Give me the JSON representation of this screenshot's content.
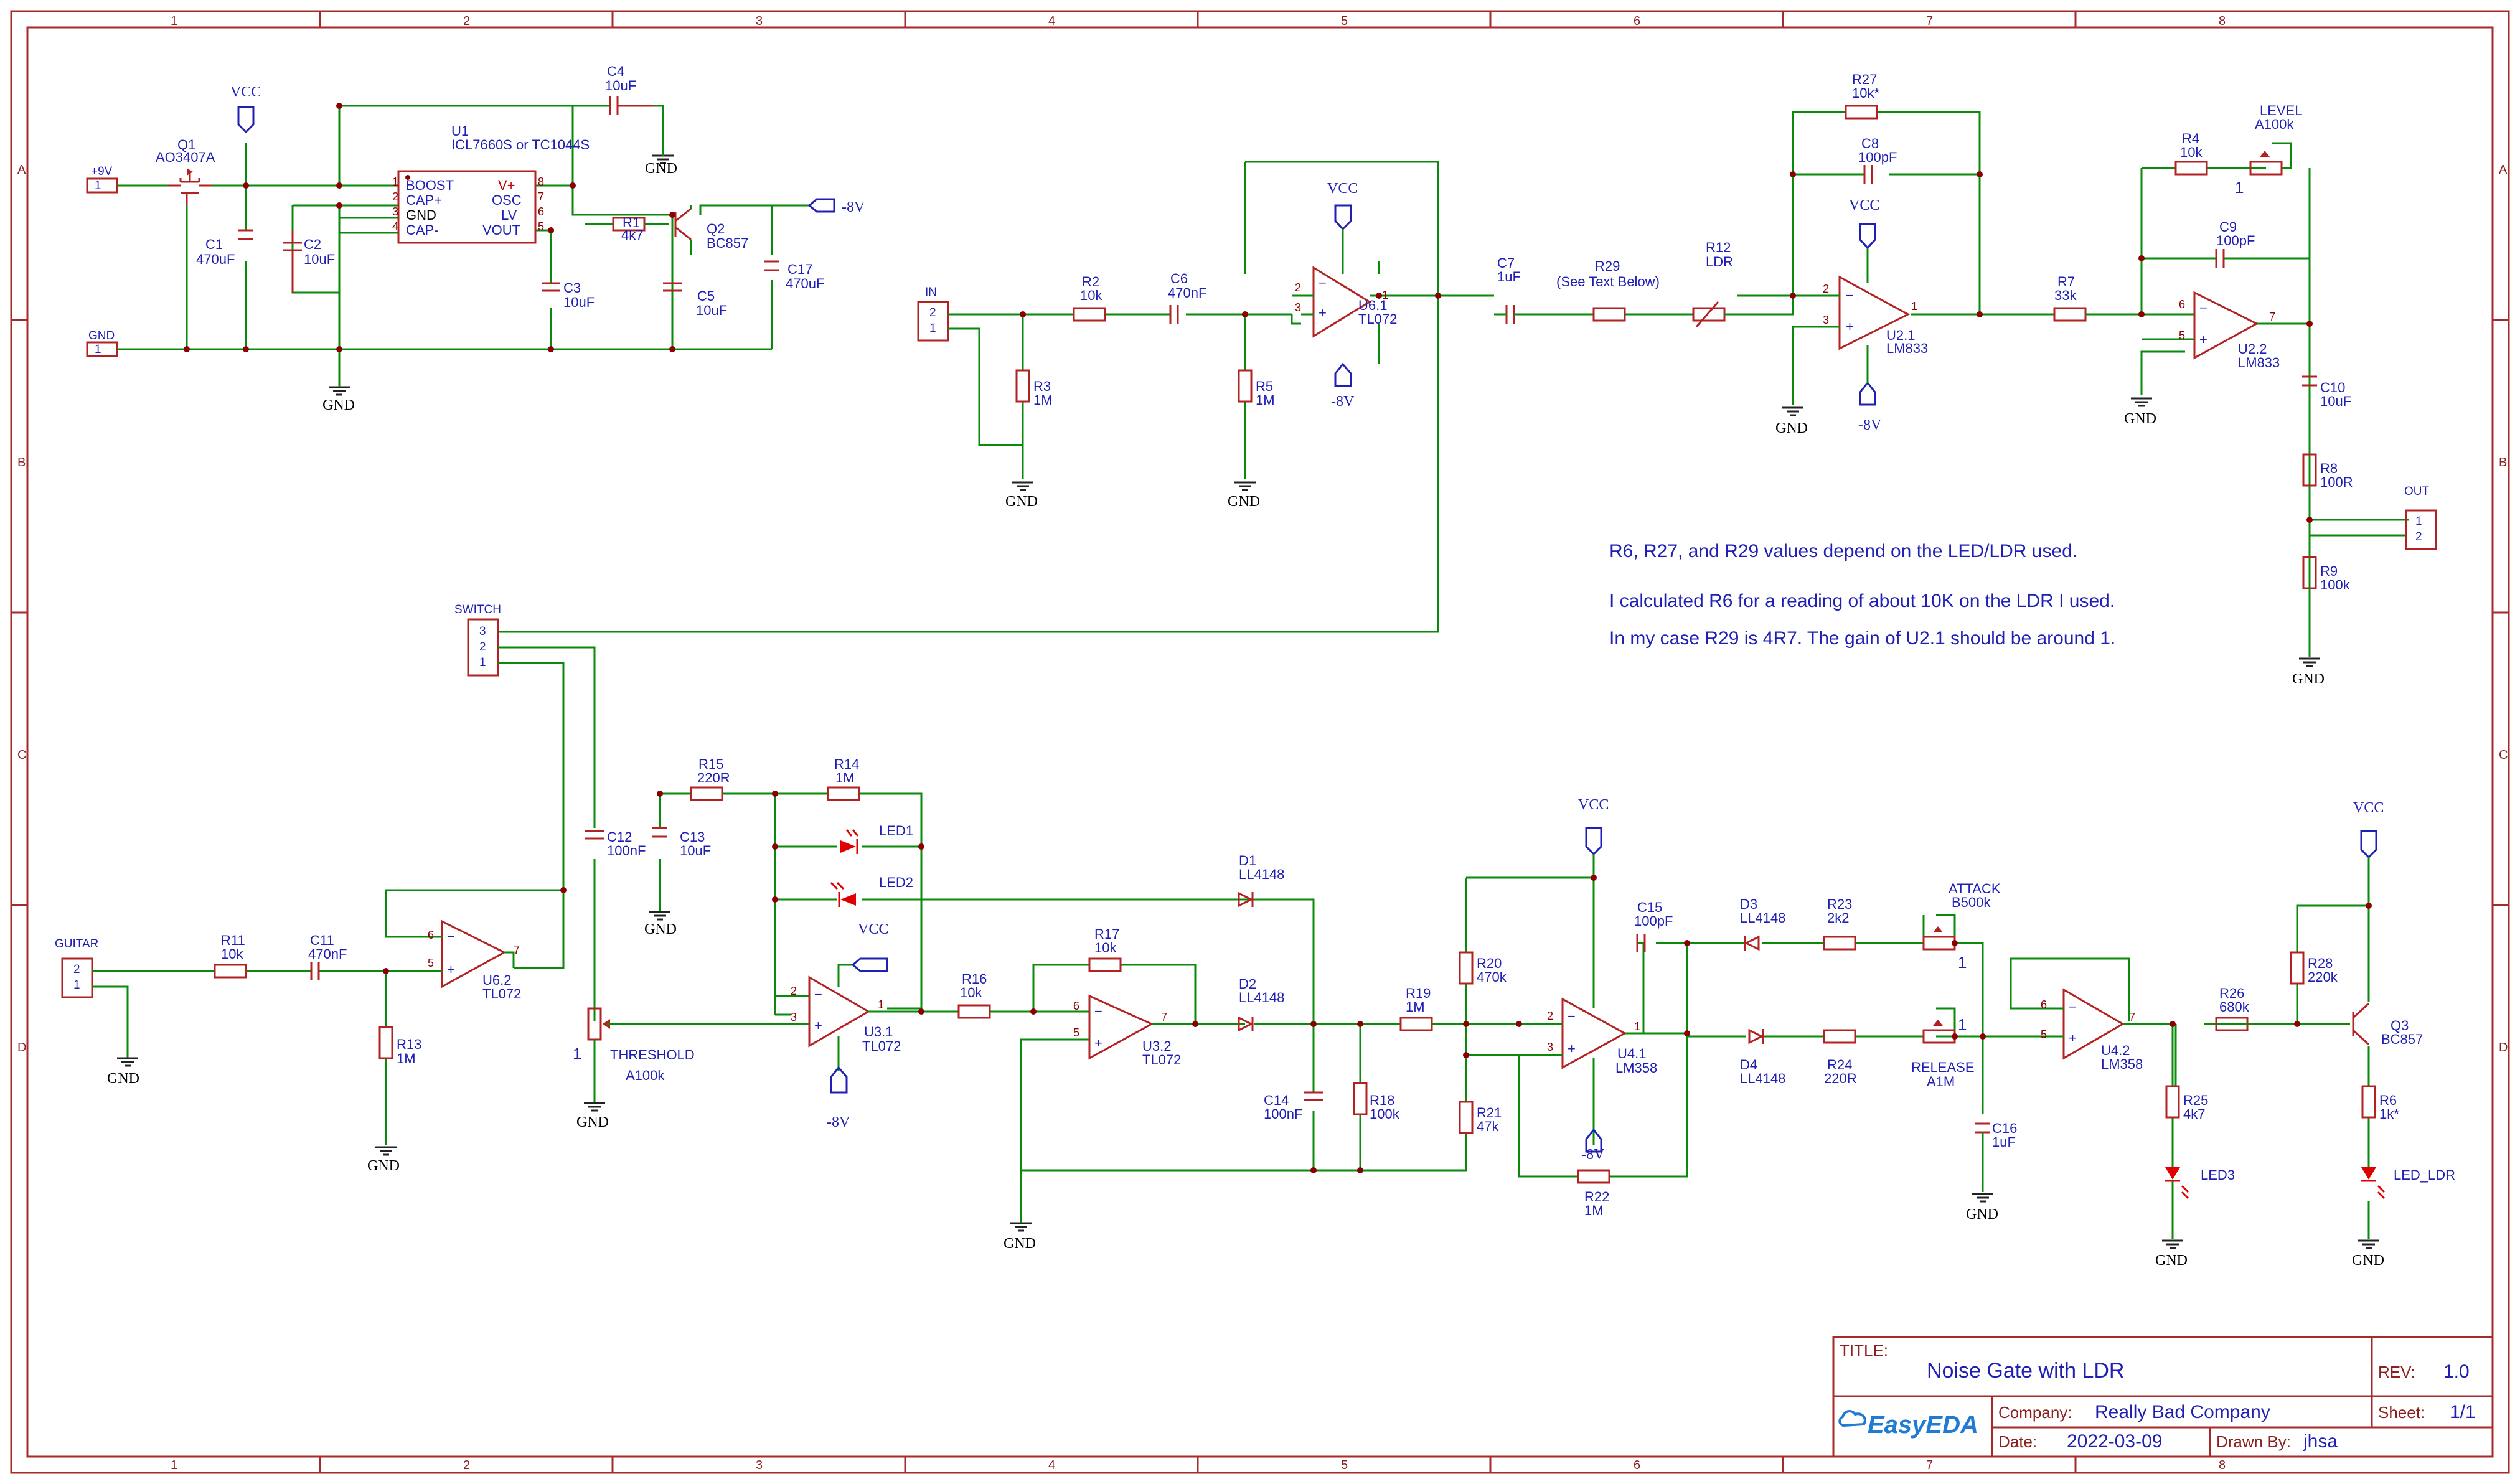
{
  "frame": {
    "columns": [
      "1",
      "2",
      "3",
      "4",
      "5",
      "6",
      "7",
      "8"
    ],
    "rows": [
      "A",
      "B",
      "C",
      "D"
    ]
  },
  "notes": [
    "R6, R27, and R29 values depend on the LED/LDR used.",
    "I calculated R6 for a reading of about 10K on the LDR I used.",
    "In my case R29 is 4R7. The gain of U2.1 should be around 1."
  ],
  "title_block": {
    "title_key": "TITLE:",
    "title": "Noise Gate with LDR",
    "rev_key": "REV:",
    "rev": "1.0",
    "company_key": "Company:",
    "company": "Really Bad Company",
    "sheet_key": "Sheet:",
    "sheet": "1/1",
    "date_key": "Date:",
    "date": "2022-03-09",
    "drawn_key": "Drawn By:",
    "drawn": "jhsa",
    "logo_text": "EasyEDA"
  },
  "power": {
    "vcc": "VCC",
    "neg": "-8V",
    "gnd": "GND"
  },
  "connectors": {
    "p9v": {
      "name": "+9V",
      "pin": "1"
    },
    "gnd_in": {
      "name": "GND",
      "pin": "1"
    },
    "in": {
      "name": "IN",
      "pin_a": "2",
      "pin_b": "1"
    },
    "out": {
      "name": "OUT",
      "pin_a": "1",
      "pin_b": "2"
    },
    "guitar": {
      "name": "GUITAR",
      "pin_a": "2",
      "pin_b": "1"
    },
    "switch": {
      "name": "SWITCH",
      "pin_a": "3",
      "pin_b": "2",
      "pin_c": "1"
    }
  },
  "u1": {
    "ref": "U1",
    "value": "ICL7660S or TC1044S",
    "pins_left": [
      "BOOST",
      "CAP+",
      "GND",
      "CAP-"
    ],
    "pins_right": [
      "V+",
      "OSC",
      "LV",
      "VOUT"
    ],
    "nums_left": [
      "1",
      "2",
      "3",
      "4"
    ],
    "nums_right": [
      "8",
      "7",
      "6",
      "5"
    ]
  },
  "parts": {
    "Q1": {
      "ref": "Q1",
      "value": "AO3407A"
    },
    "Q2": {
      "ref": "Q2",
      "value": "BC857"
    },
    "Q3": {
      "ref": "Q3",
      "value": "BC857"
    },
    "C1": {
      "ref": "C1",
      "value": "470uF"
    },
    "C2": {
      "ref": "C2",
      "value": "10uF"
    },
    "C3": {
      "ref": "C3",
      "value": "10uF"
    },
    "C4": {
      "ref": "C4",
      "value": "10uF"
    },
    "C5": {
      "ref": "C5",
      "value": "10uF"
    },
    "C6": {
      "ref": "C6",
      "value": "470nF"
    },
    "C7": {
      "ref": "C7",
      "value": "1uF"
    },
    "C8": {
      "ref": "C8",
      "value": "100pF"
    },
    "C9": {
      "ref": "C9",
      "value": "100pF"
    },
    "C10": {
      "ref": "C10",
      "value": "10uF"
    },
    "C11": {
      "ref": "C11",
      "value": "470nF"
    },
    "C12": {
      "ref": "C12",
      "value": "100nF"
    },
    "C13": {
      "ref": "C13",
      "value": "10uF"
    },
    "C14": {
      "ref": "C14",
      "value": "100nF"
    },
    "C15": {
      "ref": "C15",
      "value": "100pF"
    },
    "C16": {
      "ref": "C16",
      "value": "1uF"
    },
    "C17": {
      "ref": "C17",
      "value": "470uF"
    },
    "R1": {
      "ref": "R1",
      "value": "4k7"
    },
    "R2": {
      "ref": "R2",
      "value": "10k"
    },
    "R3": {
      "ref": "R3",
      "value": "1M"
    },
    "R4": {
      "ref": "R4",
      "value": "10k"
    },
    "R5": {
      "ref": "R5",
      "value": "1M"
    },
    "R6": {
      "ref": "R6",
      "value": "1k*"
    },
    "R7": {
      "ref": "R7",
      "value": "33k"
    },
    "R8": {
      "ref": "R8",
      "value": "100R"
    },
    "R9": {
      "ref": "R9",
      "value": "100k"
    },
    "R11": {
      "ref": "R11",
      "value": "10k"
    },
    "R12": {
      "ref": "R12",
      "value": "LDR"
    },
    "R13": {
      "ref": "R13",
      "value": "1M"
    },
    "R14": {
      "ref": "R14",
      "value": "1M"
    },
    "R15": {
      "ref": "R15",
      "value": "220R"
    },
    "R16": {
      "ref": "R16",
      "value": "10k"
    },
    "R17": {
      "ref": "R17",
      "value": "10k"
    },
    "R18": {
      "ref": "R18",
      "value": "100k"
    },
    "R19": {
      "ref": "R19",
      "value": "1M"
    },
    "R20": {
      "ref": "R20",
      "value": "470k"
    },
    "R21": {
      "ref": "R21",
      "value": "47k"
    },
    "R22": {
      "ref": "R22",
      "value": "1M"
    },
    "R23": {
      "ref": "R23",
      "value": "2k2"
    },
    "R24": {
      "ref": "R24",
      "value": "220R"
    },
    "R25": {
      "ref": "R25",
      "value": "4k7"
    },
    "R26": {
      "ref": "R26",
      "value": "680k"
    },
    "R27": {
      "ref": "R27",
      "value": "10k*"
    },
    "R28": {
      "ref": "R28",
      "value": "220k"
    },
    "R29": {
      "ref": "R29",
      "value": "(See Text Below)"
    },
    "D1": {
      "ref": "D1",
      "value": "LL4148"
    },
    "D2": {
      "ref": "D2",
      "value": "LL4148"
    },
    "D3": {
      "ref": "D3",
      "value": "LL4148"
    },
    "D4": {
      "ref": "D4",
      "value": "LL4148"
    },
    "LED1": {
      "ref": "LED1"
    },
    "LED2": {
      "ref": "LED2"
    },
    "LED3": {
      "ref": "LED3"
    },
    "LED_LDR": {
      "ref": "LED_LDR"
    },
    "U2_1": {
      "ref": "U2.1",
      "value": "LM833"
    },
    "U2_2": {
      "ref": "U2.2",
      "value": "LM833"
    },
    "U3_1": {
      "ref": "U3.1",
      "value": "TL072"
    },
    "U3_2": {
      "ref": "U3.2",
      "value": "TL072"
    },
    "U4_1": {
      "ref": "U4.1",
      "value": "LM358"
    },
    "U4_2": {
      "ref": "U4.2",
      "value": "LM358"
    },
    "U6_1": {
      "ref": "U6.1",
      "value": "TL072"
    },
    "U6_2": {
      "ref": "U6.2",
      "value": "TL072"
    },
    "LEVEL": {
      "ref": "LEVEL",
      "value": "A100k",
      "pin": "1"
    },
    "THRESHOLD": {
      "ref": "THRESHOLD",
      "value": "A100k",
      "pin": "1"
    },
    "ATTACK": {
      "ref": "ATTACK",
      "value": "B500k",
      "pin": "1"
    },
    "RELEASE": {
      "ref": "RELEASE",
      "value": "A1M",
      "pin": "1"
    }
  },
  "pins": {
    "p1": "1",
    "p2": "2",
    "p3": "3",
    "p4": "4",
    "p5": "5",
    "p6": "6",
    "p7": "7",
    "p8": "8"
  }
}
